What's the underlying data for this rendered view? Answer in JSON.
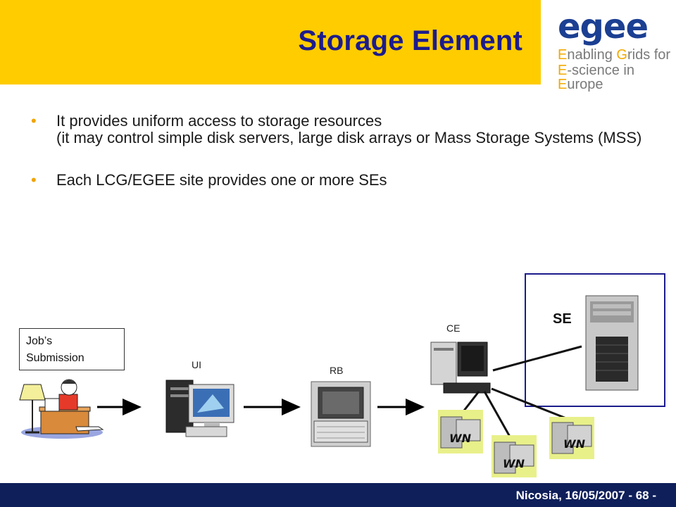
{
  "slide": {
    "title": "Storage Element"
  },
  "logo": {
    "word": "egee",
    "line1_lead": "E",
    "line1_rest": "nabling ",
    "line1_g": "G",
    "line1_tail": "rids for",
    "line2_lead": "E",
    "line2_rest": "-science in ",
    "line2_e": "E",
    "line2_tail": "urope"
  },
  "bullets": [
    {
      "line1": "It provides uniform access to storage resources",
      "line2": "(it may control simple disk servers, large disk arrays or Mass Storage Systems (MSS)"
    },
    {
      "line1": "Each LCG/EGEE site provides one or more SEs"
    }
  ],
  "diagram": {
    "jobs_line1": "Job’s",
    "jobs_line2": "Submission",
    "ui": "UI",
    "rb": "RB",
    "ce": "CE",
    "se": "SE",
    "wn": "WN"
  },
  "footer": {
    "text": "Nicosia, 16/05/2007 - 68 -"
  },
  "colors": {
    "accent": "#ffcc00",
    "title": "#1c1c8c",
    "footer": "#0f1f5a",
    "bullet": "#f0a500"
  }
}
